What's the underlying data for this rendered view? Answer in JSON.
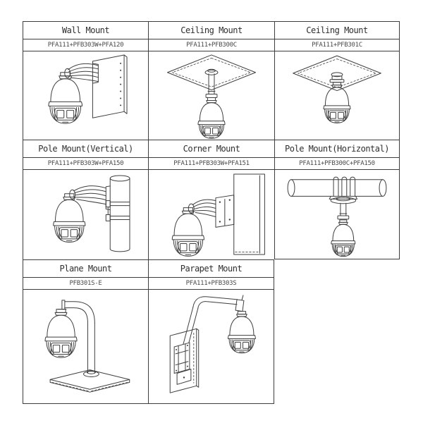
{
  "colors": {
    "line": "#3f3f3f",
    "border": "#3d3d3d",
    "background": "#ffffff",
    "text": "#2e2e2e"
  },
  "cells": [
    {
      "title": "Wall Mount",
      "part": "PFA111+PFB303W+PFA120",
      "drawing": "wall-mount"
    },
    {
      "title": "Ceiling Mount",
      "part": "PFA111+PFB300C",
      "drawing": "ceiling-mount-pendant"
    },
    {
      "title": "Ceiling Mount",
      "part": "PFA111+PFB301C",
      "drawing": "ceiling-mount-direct"
    },
    {
      "title": "Pole Mount(Vertical)",
      "part": "PFA111+PFB303W+PFA150",
      "drawing": "pole-mount-vertical"
    },
    {
      "title": "Corner Mount",
      "part": "PFA111+PFB303W+PFA151",
      "drawing": "corner-mount"
    },
    {
      "title": "Pole Mount(Horizontal)",
      "part": "PFA111+PFB300C+PFA150",
      "drawing": "pole-mount-horizontal"
    },
    {
      "title": "Plane Mount",
      "part": "PFB301S-E",
      "drawing": "plane-mount"
    },
    {
      "title": "Parapet Mount",
      "part": "PFA111+PFB303S",
      "drawing": "parapet-mount"
    }
  ]
}
